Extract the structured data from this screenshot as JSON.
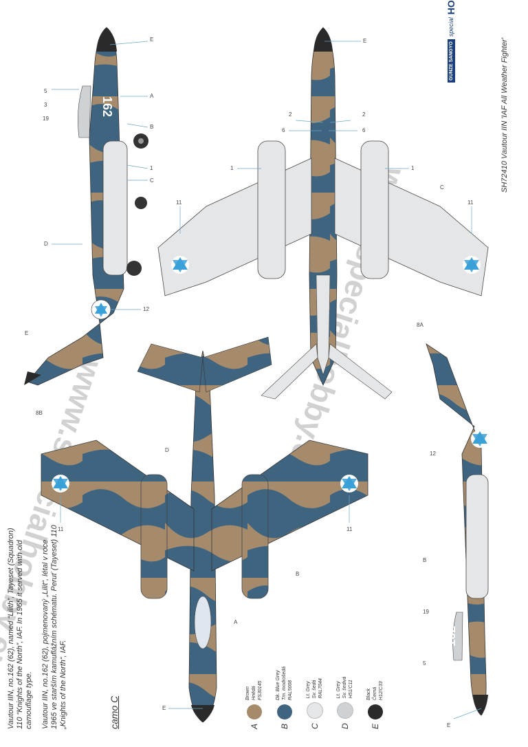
{
  "product": {
    "code_title": "SH72410  Vautour IIN 'IAF All Weather Fighter'",
    "brand_top": "GUNZE SANGYO",
    "brand_special": "special",
    "brand_hobby": "HOBBY",
    "watermark": "www.specialhobby.eu"
  },
  "description": {
    "en": "Vautour IIN, no.162 (62), named “Lilith”, Tayeset (Squadron) 110 “Knights of the North”, IAF. In 1965 it served with old camouflage type.",
    "cz": "Vautour IIN, no.162 (62), pojmenovaný „Lilit“, létal v roce 1965 ve starším kamuflážním schématu. Peruť (Tayeset) 110 „Knights of the North“, IAF."
  },
  "scheme_label": "camo C",
  "aircraft_number": "162",
  "colors": [
    {
      "letter": "A",
      "name": "Brown",
      "name_cz": "Hnědá",
      "code": "FS30145",
      "hex": "#a58b6b"
    },
    {
      "letter": "B",
      "name": "Dk. Blue Grey",
      "name_cz": "Tm. modrošedá",
      "code": "RAL5008",
      "hex": "#3f6480"
    },
    {
      "letter": "C",
      "name": "Lt. Grey",
      "name_cz": "Sv. šedá",
      "code": "RAL7044",
      "hex": "#e4e6e8"
    },
    {
      "letter": "D",
      "name": "Lt. Grey",
      "name_cz": "Sv. šedivá",
      "code": "H51/C11",
      "hex": "#cfd2d4"
    },
    {
      "letter": "E",
      "name": "Black",
      "name_cz": "Černá",
      "code": "H12/C33",
      "hex": "#2a2a2a"
    }
  ],
  "callouts": {
    "E": "E",
    "A": "A",
    "B": "B",
    "C": "C",
    "D": "D",
    "n1": "1",
    "n2": "2",
    "n3": "3",
    "n5": "5",
    "n6": "6",
    "n11": "11",
    "n12": "12",
    "n19": "19",
    "n8A": "8A",
    "n8B": "8B"
  }
}
